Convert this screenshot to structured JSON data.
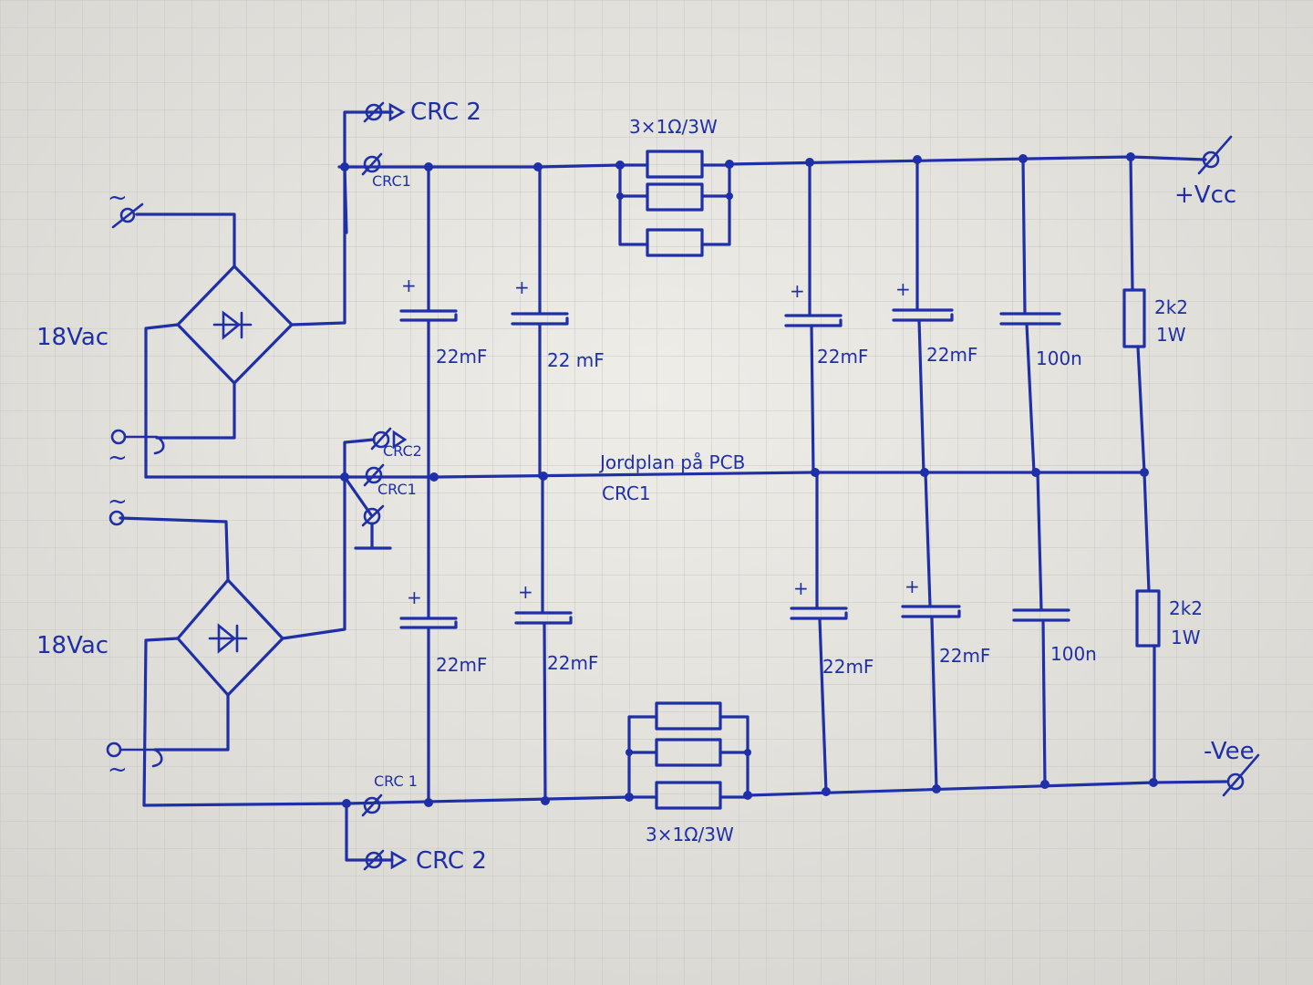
{
  "colors": {
    "paper": "#ebe9e4",
    "grid": "#c9c7c2",
    "ink": "#1f2fa8"
  },
  "labels": {
    "crc2_top": "CRC 2",
    "crc1_top": "CRC1",
    "res_top": "3×1Ω/3W",
    "vcc": "+Vcc",
    "vac_top": "18Vac",
    "vac_bottom": "18Vac",
    "tilde": "~",
    "plus": "+",
    "cap_22mf": "22mF",
    "cap_22mf_alt": "22 mF",
    "cap_22mf_b2": "22mF",
    "cap_100n": "100n",
    "res_2k2_line1": "2k2",
    "res_2k2_line2": "1W",
    "crc2_mid": "CRC2",
    "crc1_mid": "CRC1",
    "ground_plane": "Jordplan på PCB",
    "ground_plane_sub": "CRC1",
    "crc1_bottom": "CRC 1",
    "crc2_bottom": "CRC 2",
    "res_bottom": "3×1Ω/3W",
    "vee": "-Vee"
  }
}
